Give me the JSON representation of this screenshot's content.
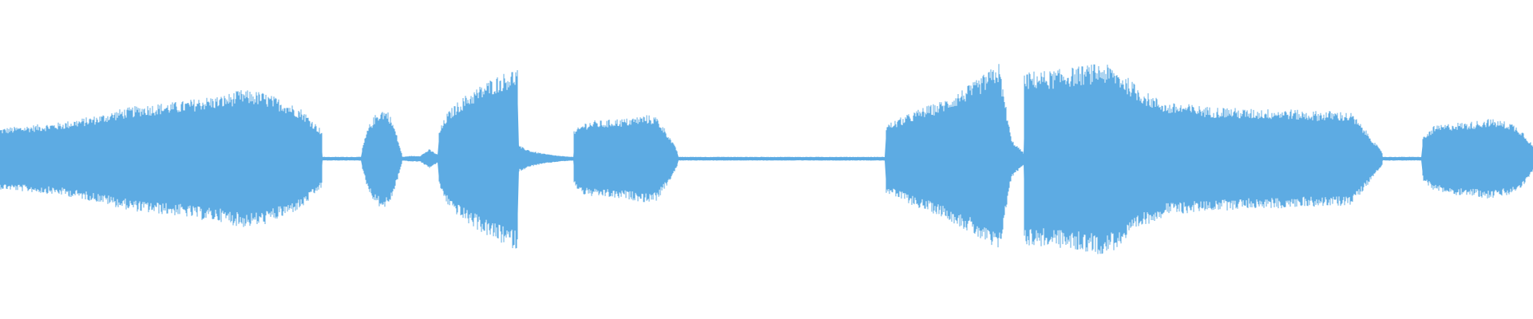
{
  "waveform": {
    "color": "#5dabe3",
    "background": "#ffffff",
    "duration_fraction_segments": [
      {
        "start": 0.0,
        "end": 0.21,
        "peaks": [
          0.32,
          0.34,
          0.36,
          0.38,
          0.42,
          0.46,
          0.52,
          0.56,
          0.58,
          0.6,
          0.64,
          0.66,
          0.72,
          0.7,
          0.62,
          0.52,
          0.3
        ]
      },
      {
        "start": 0.21,
        "end": 0.236,
        "peaks": [
          0.02,
          0.02,
          0.02,
          0.02
        ]
      },
      {
        "start": 0.236,
        "end": 0.262,
        "peaks": [
          0.1,
          0.34,
          0.46,
          0.52,
          0.5,
          0.32,
          0.06
        ]
      },
      {
        "start": 0.262,
        "end": 0.286,
        "peaks": [
          0.02,
          0.03,
          0.03,
          0.1,
          0.04
        ]
      },
      {
        "start": 0.286,
        "end": 0.338,
        "peaks": [
          0.28,
          0.48,
          0.58,
          0.66,
          0.72,
          0.78,
          0.84,
          0.88,
          0.92,
          0.96
        ]
      },
      {
        "start": 0.338,
        "end": 0.374,
        "peaks": [
          0.14,
          0.08,
          0.05,
          0.03,
          0.02
        ]
      },
      {
        "start": 0.374,
        "end": 0.442,
        "peaks": [
          0.28,
          0.38,
          0.4,
          0.4,
          0.42,
          0.42,
          0.44,
          0.46,
          0.44,
          0.28,
          0.08
        ]
      },
      {
        "start": 0.442,
        "end": 0.578,
        "peaks": [
          0.02,
          0.02,
          0.02,
          0.02,
          0.02,
          0.02,
          0.02
        ]
      },
      {
        "start": 0.578,
        "end": 0.668,
        "peaks": [
          0.36,
          0.42,
          0.48,
          0.54,
          0.58,
          0.64,
          0.72,
          0.8,
          0.9,
          1.0,
          0.2,
          0.06
        ]
      },
      {
        "start": 0.668,
        "end": 0.76,
        "peaks": [
          0.9,
          0.92,
          0.92,
          0.94,
          0.96,
          0.98,
          1.0,
          0.96,
          0.86,
          0.74,
          0.66,
          0.6
        ]
      },
      {
        "start": 0.76,
        "end": 0.902,
        "peaks": [
          0.58,
          0.58,
          0.56,
          0.54,
          0.54,
          0.52,
          0.52,
          0.52,
          0.52,
          0.5,
          0.5,
          0.5,
          0.48,
          0.28,
          0.06
        ]
      },
      {
        "start": 0.902,
        "end": 0.928,
        "peaks": [
          0.02,
          0.02,
          0.02
        ]
      },
      {
        "start": 0.928,
        "end": 1.0,
        "peaks": [
          0.22,
          0.34,
          0.36,
          0.38,
          0.38,
          0.4,
          0.42,
          0.4,
          0.38,
          0.3,
          0.14
        ]
      }
    ]
  }
}
